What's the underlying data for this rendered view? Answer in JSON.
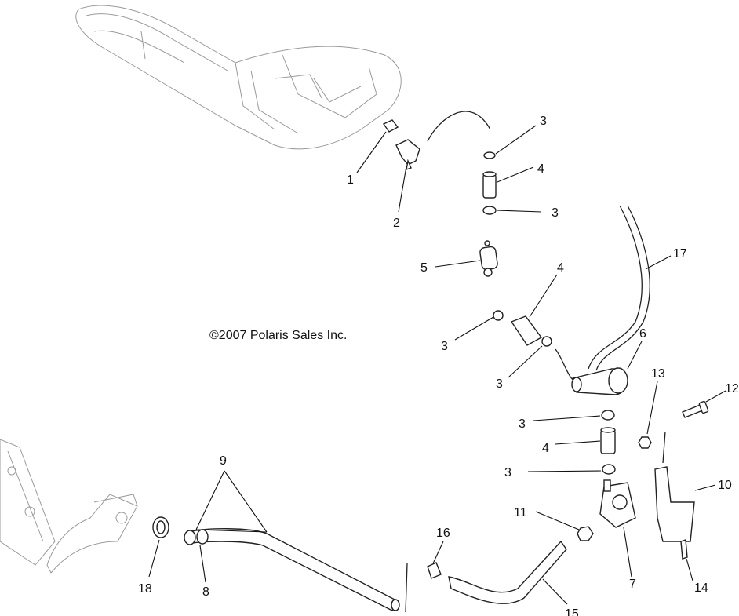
{
  "copyright": "©2007 Polaris Sales Inc.",
  "callouts": [
    {
      "id": "c1",
      "label": "1"
    },
    {
      "id": "c2",
      "label": "2"
    },
    {
      "id": "c3a",
      "label": "3"
    },
    {
      "id": "c4a",
      "label": "4"
    },
    {
      "id": "c3b",
      "label": "3"
    },
    {
      "id": "c17",
      "label": "17"
    },
    {
      "id": "c5",
      "label": "5"
    },
    {
      "id": "c4b",
      "label": "4"
    },
    {
      "id": "c3c",
      "label": "3"
    },
    {
      "id": "c3d",
      "label": "3"
    },
    {
      "id": "c6",
      "label": "6"
    },
    {
      "id": "c13",
      "label": "13"
    },
    {
      "id": "c12",
      "label": "12"
    },
    {
      "id": "c3e",
      "label": "3"
    },
    {
      "id": "c4c",
      "label": "4"
    },
    {
      "id": "c3f",
      "label": "3"
    },
    {
      "id": "c10",
      "label": "10"
    },
    {
      "id": "c9",
      "label": "9"
    },
    {
      "id": "c16",
      "label": "16"
    },
    {
      "id": "c11",
      "label": "11"
    },
    {
      "id": "c7",
      "label": "7"
    },
    {
      "id": "c18",
      "label": "18"
    },
    {
      "id": "c8",
      "label": "8"
    },
    {
      "id": "c15",
      "label": "15"
    },
    {
      "id": "c14",
      "label": "14"
    }
  ]
}
